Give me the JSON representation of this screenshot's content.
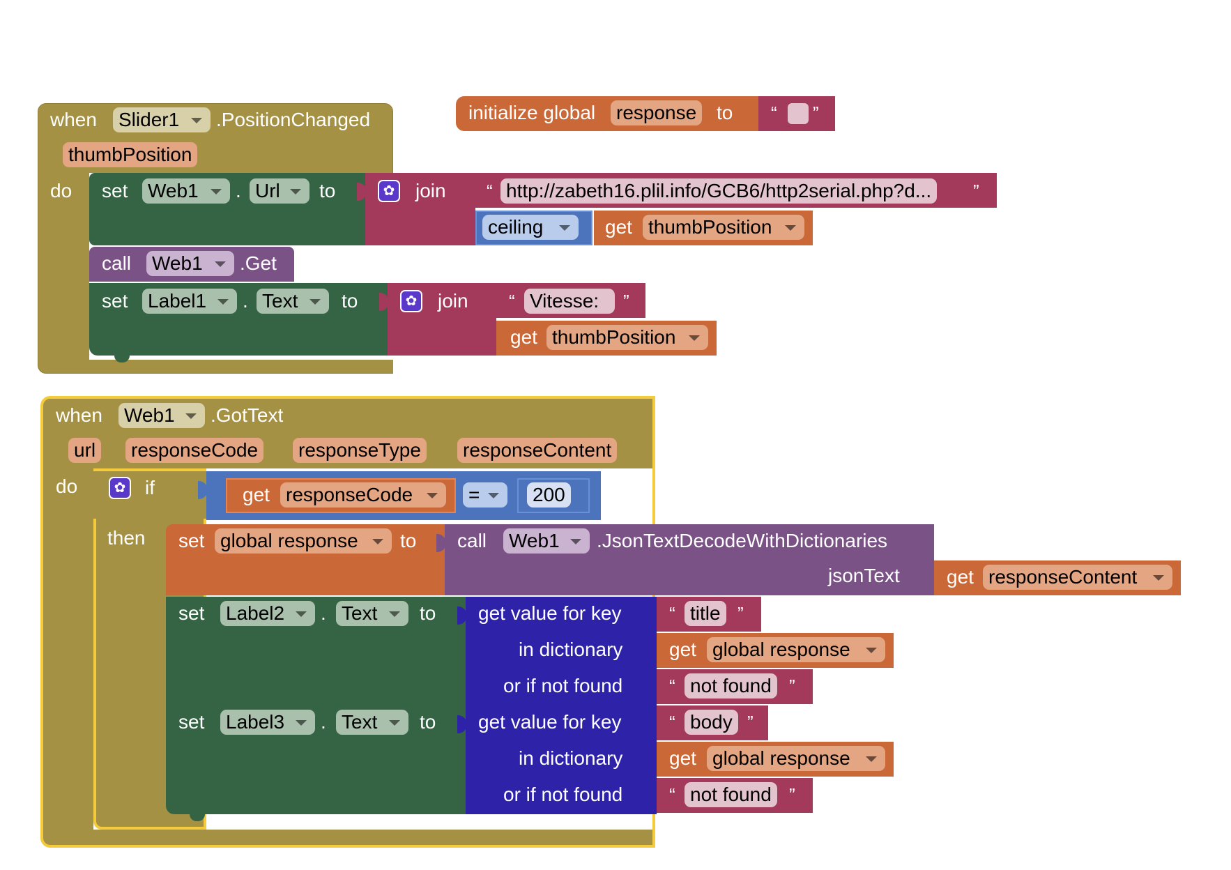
{
  "colors": {
    "event": "#a59143",
    "event_dark": "#8f7c35",
    "event_selected_border": "#f4cb3c",
    "setter": "#356445",
    "text": "#a3395b",
    "variable": "#cb6837",
    "variable_field": "#e4a583",
    "math": "#4b74bd",
    "procedure": "#7a5286",
    "dictionary": "#2e22a8",
    "control": "#a59143"
  },
  "event1": {
    "when": "when",
    "component": "Slider1",
    "event": ".PositionChanged",
    "param": "thumbPosition",
    "do": "do",
    "set1": {
      "set": "set",
      "component": "Web1",
      "dot": ".",
      "property": "Url",
      "to": "to"
    },
    "join1": {
      "label": "join",
      "url_text": "http://zabeth16.plil.info/GCB6/http2serial.php?d...",
      "ceiling": "ceiling",
      "get": "get",
      "var": "thumbPosition"
    },
    "call1": {
      "call": "call",
      "component": "Web1",
      "method": ".Get"
    },
    "set2": {
      "set": "set",
      "component": "Label1",
      "dot": ".",
      "property": "Text",
      "to": "to"
    },
    "join2": {
      "label": "join",
      "text": "Vitesse: ",
      "get": "get",
      "var": "thumbPosition"
    }
  },
  "global_init": {
    "label": "initialize global",
    "name": "response",
    "to": "to",
    "value": ""
  },
  "event2": {
    "when": "when",
    "component": "Web1",
    "event": ".GotText",
    "params": [
      "url",
      "responseCode",
      "responseType",
      "responseContent"
    ],
    "do": "do",
    "if": {
      "if_label": "if",
      "then_label": "then",
      "get": "get",
      "var": "responseCode",
      "op": "=",
      "number": "200"
    },
    "set_global": {
      "set": "set",
      "var": "global response",
      "to": "to",
      "call": "call",
      "component": "Web1",
      "method": ".JsonTextDecodeWithDictionaries",
      "arg_label": "jsonText",
      "get": "get",
      "arg_var": "responseContent"
    },
    "set_label2": {
      "set": "set",
      "component": "Label2",
      "dot": ".",
      "property": "Text",
      "to": "to",
      "get_value": "get value for key",
      "in_dict": "in dictionary",
      "not_found_label": "or if not found",
      "key": "title",
      "get": "get",
      "dict_var": "global response",
      "default": "not found"
    },
    "set_label3": {
      "set": "set",
      "component": "Label3",
      "dot": ".",
      "property": "Text",
      "to": "to",
      "get_value": "get value for key",
      "in_dict": "in dictionary",
      "not_found_label": "or if not found",
      "key": "body",
      "get": "get",
      "dict_var": "global response",
      "default": "not found"
    }
  },
  "quote_open": "“",
  "quote_close": "”",
  "icons": {
    "mutator": "gear-icon",
    "dropdown": "chevron-down-icon"
  }
}
